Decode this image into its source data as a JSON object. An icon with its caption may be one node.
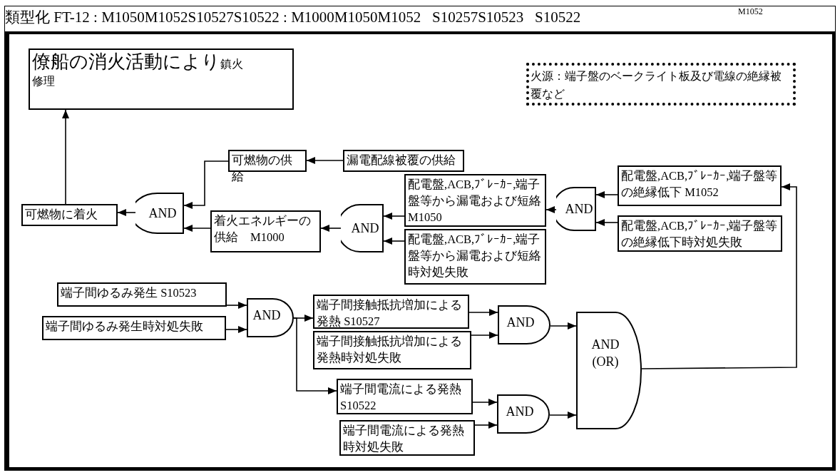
{
  "diagram": {
    "title": "類型化 FT-12 : M1050M1052S10527S10522 : M1000M1050M1052   S10257S10523   S10522",
    "nodes": [
      {
        "text": [
          "僚船の消火活動により",
          "鎮火",
          "修理"
        ]
      },
      {
        "text": [
          "火源：端子盤のベークライト板及び電線の絶縁被覆など"
        ]
      },
      {
        "text": [
          "可燃物に着火"
        ]
      },
      {
        "text": [
          "AND"
        ]
      },
      {
        "text": [
          "可燃物の供給"
        ]
      },
      {
        "text": [
          "漏電配線被覆の供給"
        ]
      },
      {
        "text": [
          "着火エネルギーの供給　M1000"
        ]
      },
      {
        "text": [
          "AND"
        ]
      },
      {
        "text": [
          "配電盤,ACB,ﾌﾞﾚｰｶｰ,端子盤等から漏電および短絡 M1050"
        ]
      },
      {
        "text": [
          "配電盤,ACB,ﾌﾞﾚｰｶｰ,端子盤等から漏電および短絡時対処失敗"
        ]
      },
      {
        "text": [
          "AND"
        ]
      },
      {
        "text": [
          "配電盤,ACB,ﾌﾞﾚｰｶｰ,端子盤等の絶縁低下 M1052"
        ]
      },
      {
        "text": [
          "配電盤,ACB,ﾌﾞﾚｰｶｰ,端子盤等の絶縁低下時対処失敗"
        ]
      },
      {
        "text": [
          "端子間ゆるみ発生 S10523"
        ]
      },
      {
        "text": [
          "端子間ゆるみ発生時対処失敗"
        ]
      },
      {
        "text": [
          "AND"
        ]
      },
      {
        "text": [
          "端子間接触抵抗増加による発熱 S10527"
        ]
      },
      {
        "text": [
          "端子間接触抵抗増加による発熱時対処失敗"
        ]
      },
      {
        "text": [
          "端子間電流による発熱 S10522"
        ]
      },
      {
        "text": [
          "端子間電流による発熱時対処失敗"
        ]
      },
      {
        "text": [
          "AND"
        ]
      },
      {
        "text": [
          "AND"
        ]
      },
      {
        "text": [
          "AND (OR)"
        ]
      }
    ],
    "edges": [
      {
        "from": 2,
        "to": 0,
        "arrow": "to"
      },
      {
        "from": 3,
        "to": 2,
        "arrow": "to"
      },
      {
        "from": 4,
        "to": 3,
        "arrow": "to"
      },
      {
        "from": 5,
        "to": 4,
        "arrow": "to"
      },
      {
        "from": 6,
        "to": 3,
        "arrow": "to"
      },
      {
        "from": 7,
        "to": 6,
        "arrow": "to"
      },
      {
        "from": 8,
        "to": 7,
        "arrow": "to"
      },
      {
        "from": 9,
        "to": 7,
        "arrow": "to"
      },
      {
        "from": 10,
        "to": 8,
        "arrow": "to"
      },
      {
        "from": 11,
        "to": 10,
        "arrow": "to"
      },
      {
        "from": 12,
        "to": 10,
        "arrow": "to"
      },
      {
        "from": 13,
        "to": 15,
        "arrow": "to"
      },
      {
        "from": 14,
        "to": 15,
        "arrow": "to"
      },
      {
        "from": 15,
        "to": 16,
        "arrow": "to"
      },
      {
        "from": 15,
        "to": 18,
        "arrow": "to"
      },
      {
        "from": 16,
        "to": 20,
        "arrow": "to"
      },
      {
        "from": 17,
        "to": 20,
        "arrow": "to"
      },
      {
        "from": 18,
        "to": 21,
        "arrow": "to"
      },
      {
        "from": 19,
        "to": 21,
        "arrow": "to"
      },
      {
        "from": 20,
        "to": 22,
        "arrow": "to"
      },
      {
        "from": 21,
        "to": 22,
        "arrow": "to"
      },
      {
        "from": 22,
        "to": 11,
        "arrow": "to"
      }
    ],
    "labels": [
      "M1052"
    ]
  }
}
